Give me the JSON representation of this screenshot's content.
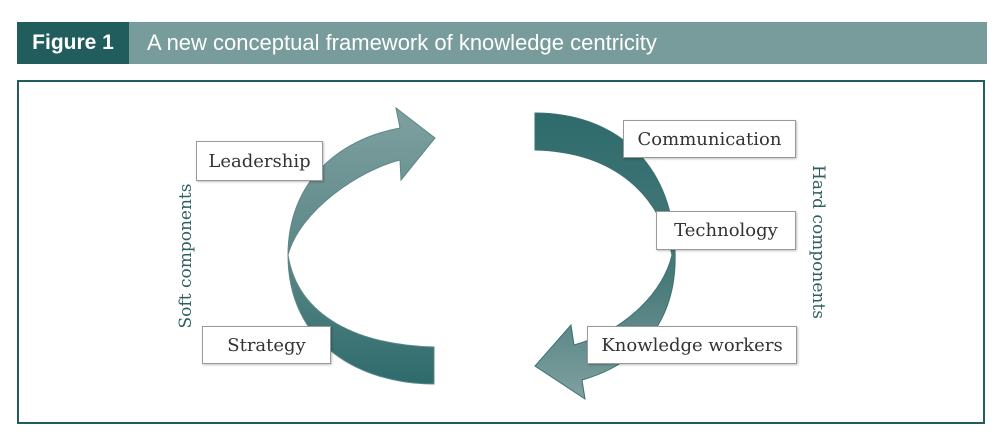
{
  "figure": {
    "label": "Figure 1",
    "title": "A new conceptual framework of knowledge centricity"
  },
  "diagram": {
    "soft_components_label": "Soft components",
    "hard_components_label": "Hard components",
    "soft_items": [
      "Leadership",
      "Strategy"
    ],
    "hard_items": [
      "Communication",
      "Technology",
      "Knowledge workers"
    ]
  },
  "colors": {
    "header_dark": "#215d5d",
    "header_light": "#789b9b",
    "arrow_dark": "#2e6b6c",
    "arrow_light": "#7fa0a0"
  }
}
